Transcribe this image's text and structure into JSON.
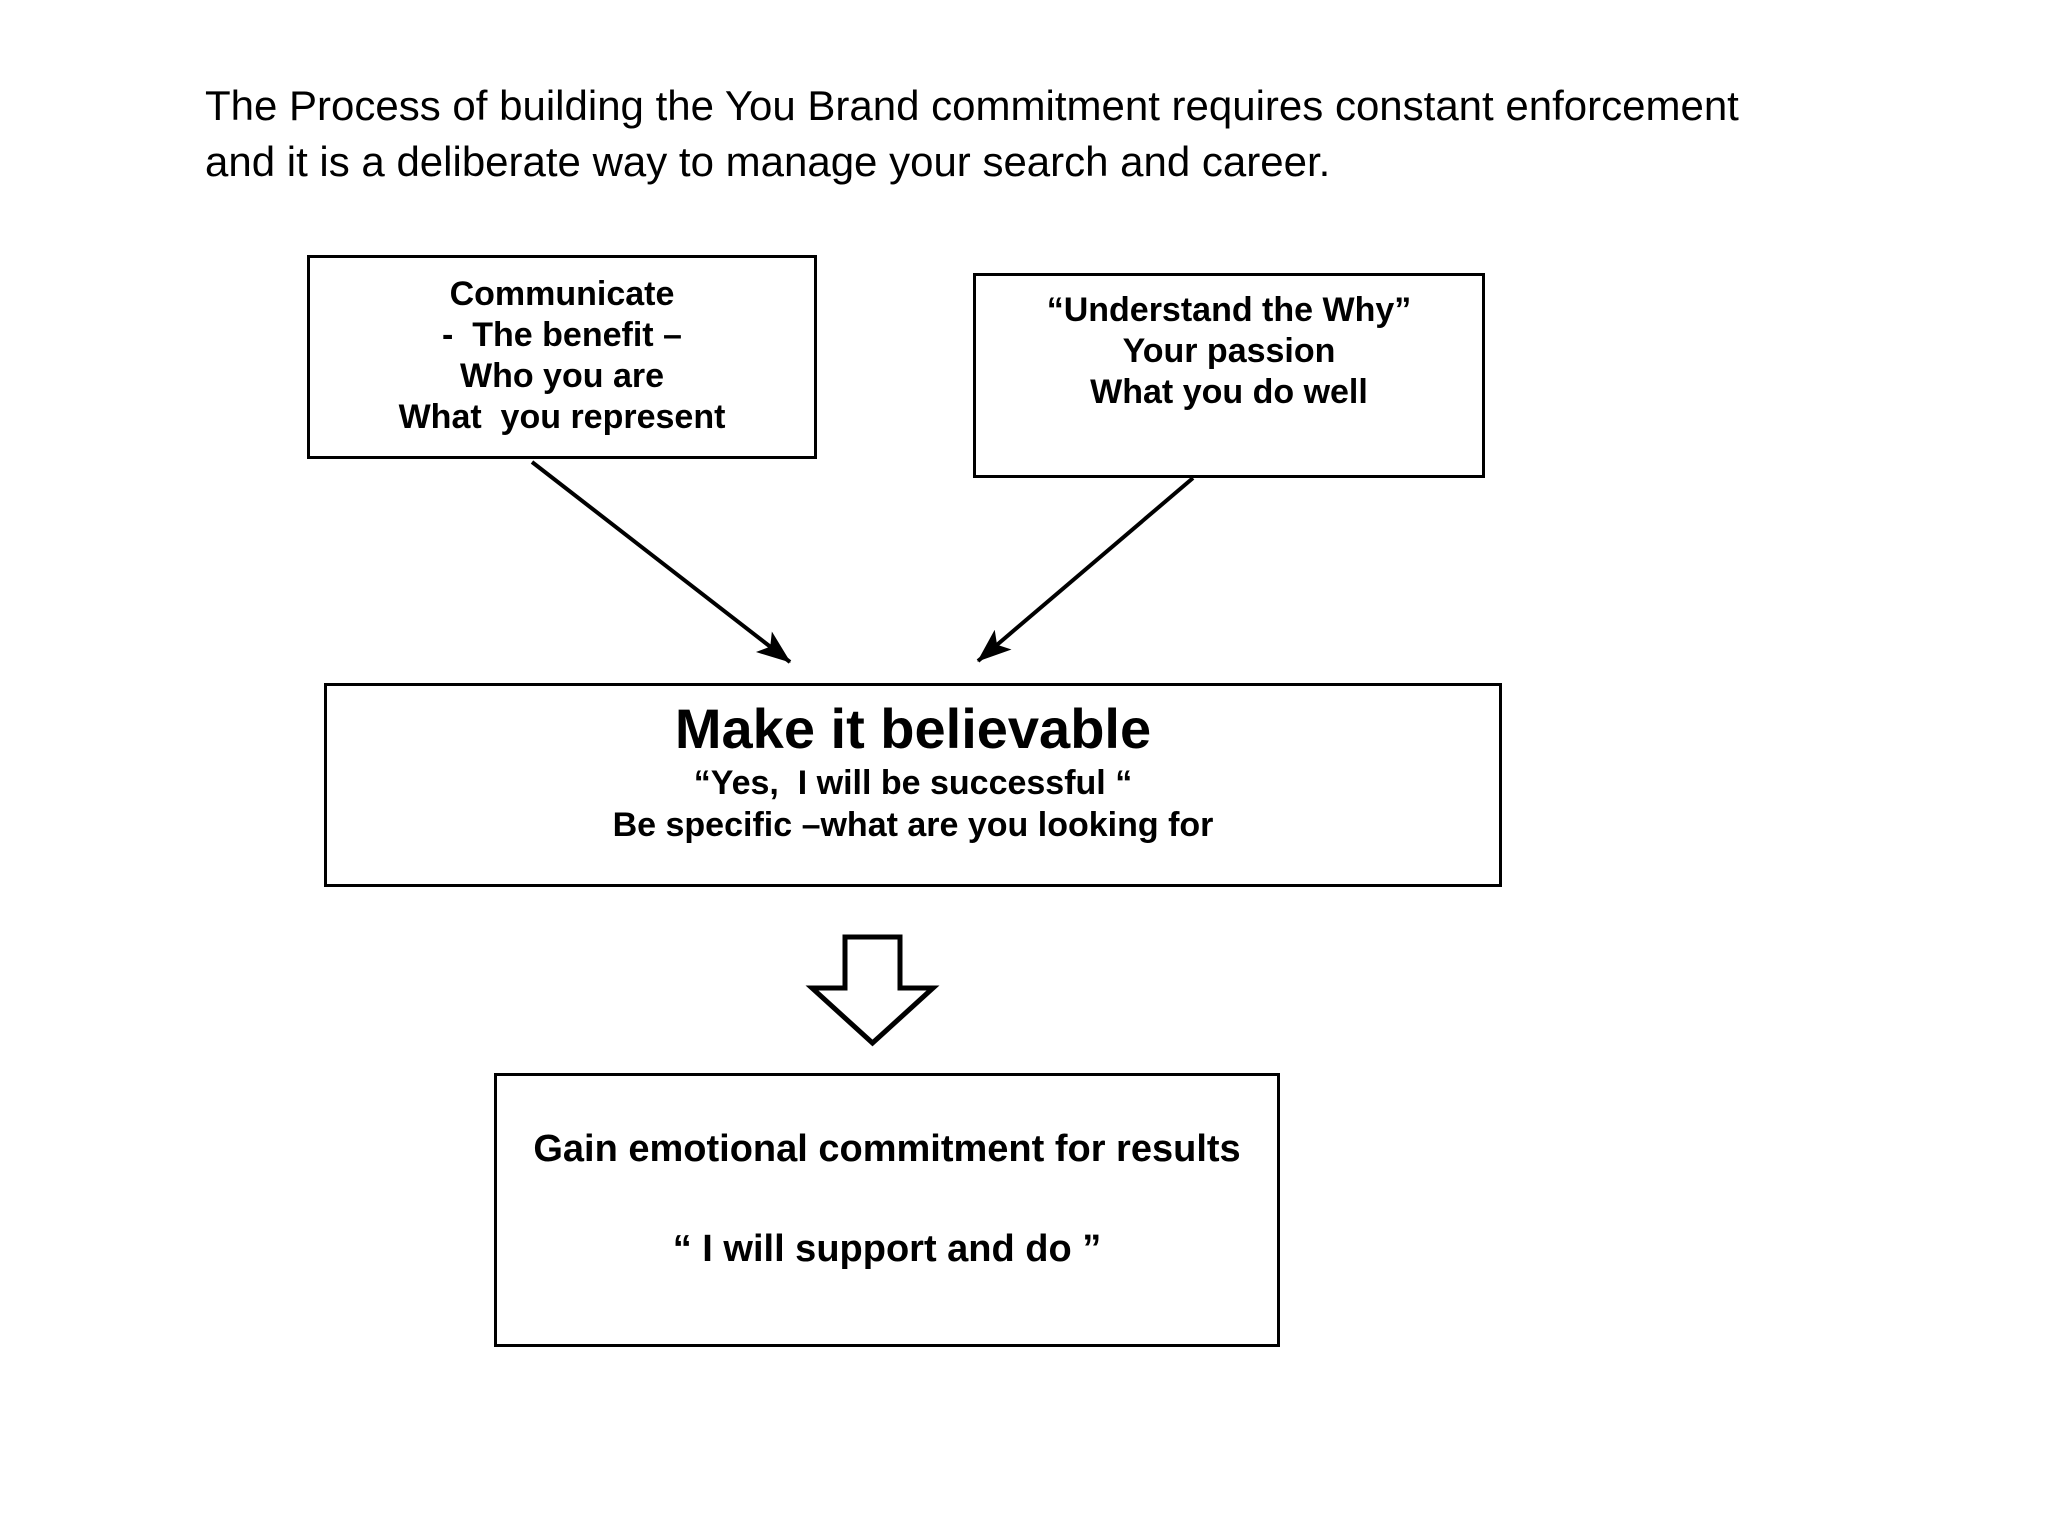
{
  "colors": {
    "background": "#ffffff",
    "text": "#000000",
    "box_border": "#000000",
    "arrow": "#000000"
  },
  "title": {
    "line1": "The Process of building the You Brand commitment requires constant enforcement",
    "line2": "and it is a deliberate way to manage your search and career."
  },
  "boxes": {
    "communicate": {
      "line1": "Communicate",
      "line2": "-  The benefit –",
      "line3": "Who you are",
      "line4": "What  you represent"
    },
    "understand": {
      "line1": "“Understand the Why”",
      "line2": "Your passion",
      "line3": "What you do well"
    },
    "believable": {
      "heading": "Make it believable",
      "line1": "“Yes,  I will be successful “",
      "line2": "Be specific –what are you looking for"
    },
    "commitment": {
      "line1": "Gain emotional commitment for results",
      "line2": "“ I will support and do ”"
    }
  },
  "icons": {
    "arrow_left": "diagonal-arrow-down-right",
    "arrow_right": "diagonal-arrow-down-left",
    "block_arrow": "block-down-arrow"
  }
}
